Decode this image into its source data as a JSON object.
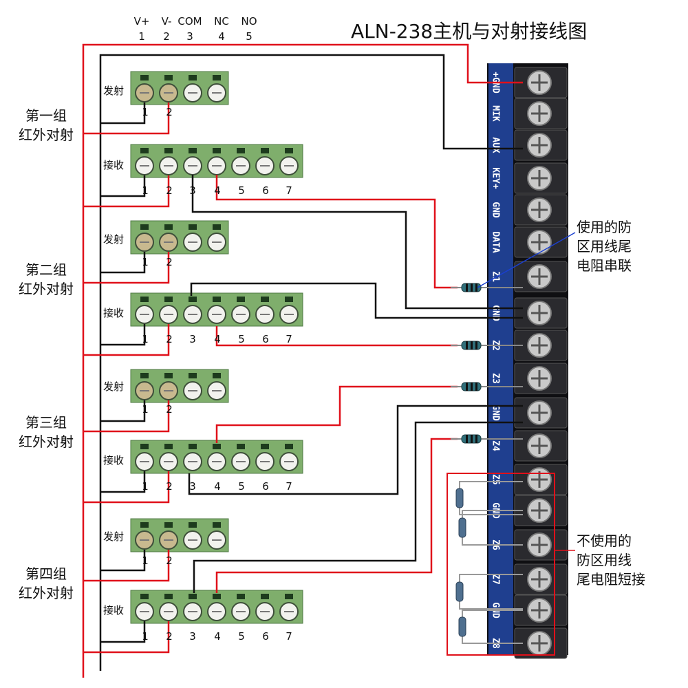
{
  "title": "ALN-238主机与对射接线图",
  "top_terminals": [
    {
      "name": "V+",
      "num": "1"
    },
    {
      "name": "V-",
      "num": "2"
    },
    {
      "name": "COM",
      "num": "3"
    },
    {
      "name": "NC",
      "num": "4"
    },
    {
      "name": "NO",
      "num": "5"
    }
  ],
  "groups": [
    {
      "label_line1": "第一组",
      "label_line2": "红外对射",
      "tx_label": "发射",
      "rx_label": "接收"
    },
    {
      "label_line1": "第二组",
      "label_line2": "红外对射",
      "tx_label": "发射",
      "rx_label": "接收"
    },
    {
      "label_line1": "第三组",
      "label_line2": "红外对射",
      "tx_label": "发射",
      "rx_label": "接收"
    },
    {
      "label_line1": "第四组",
      "label_line2": "红外对射",
      "tx_label": "发射",
      "rx_label": "接收"
    }
  ],
  "tx_terminal_numbers": [
    "1",
    "2"
  ],
  "rx_terminal_numbers": [
    "1",
    "2",
    "3",
    "4",
    "5",
    "6",
    "7"
  ],
  "host_terminals": [
    "+GND",
    "MIK",
    "AUX",
    "KEY+",
    "GND",
    "DATA",
    "Z1",
    "GND",
    "Z2",
    "Z3",
    "GND",
    "Z4",
    "Z5",
    "GND",
    "Z6",
    "Z7",
    "GND",
    "Z8"
  ],
  "note_used": {
    "line1": "使用的防",
    "line2": "区用线尾",
    "line3": "电阻串联"
  },
  "note_unused": {
    "line1": "不使用的",
    "line2": "防区用线",
    "line3": "尾电阻短接"
  },
  "colors": {
    "power_positive": "#e0101a",
    "power_negative": "#111111",
    "annotation": "#1a3fd0",
    "module_green": "#7fae6c",
    "board_blue": "#1f3f8f"
  }
}
